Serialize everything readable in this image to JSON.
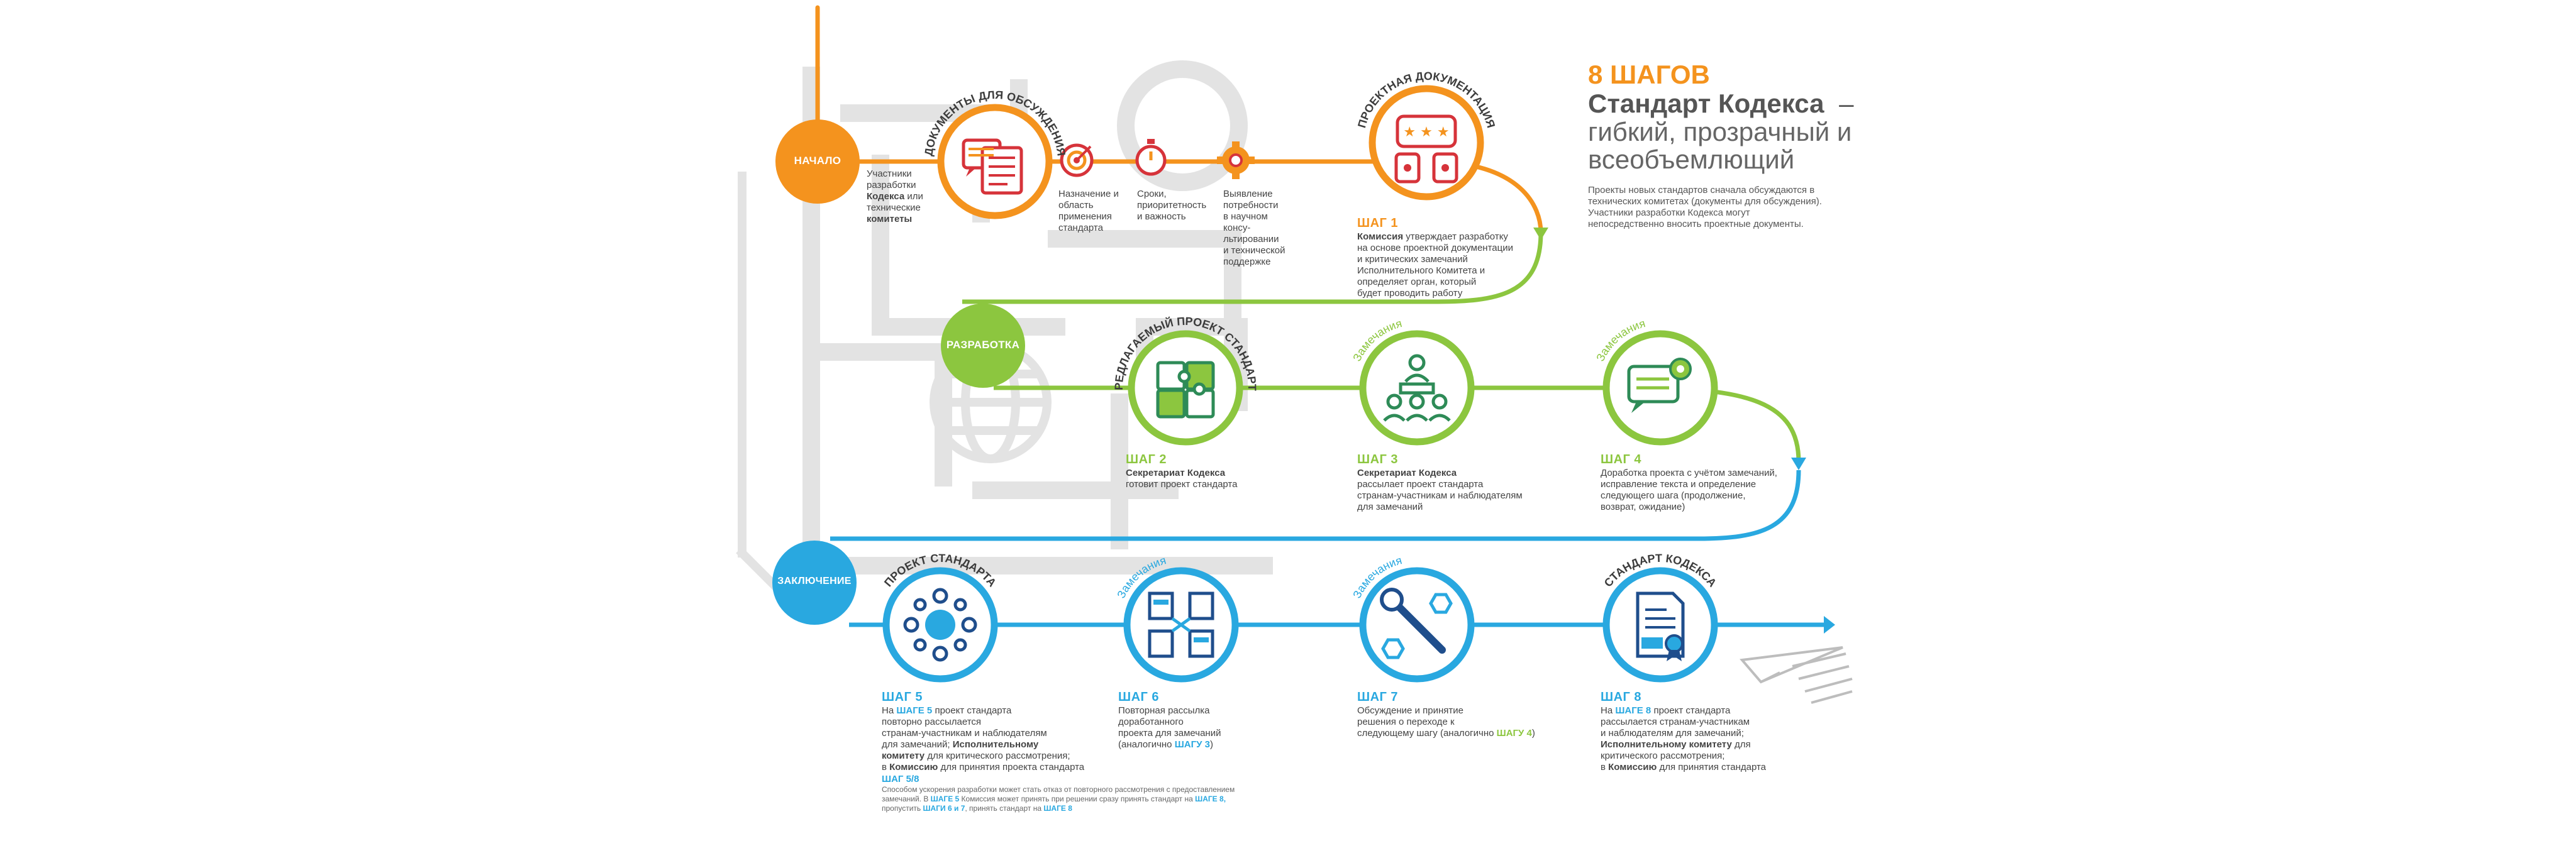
{
  "header": {
    "steps_title": "8 ШАГОВ",
    "title_main": "Стандарт Кодекса",
    "title_dash": "–",
    "title_line1": "гибкий, прозрачный и",
    "title_line2": "всеобъемлющий",
    "desc_line1": "Проекты новых стандартов сначала обсуждаются в",
    "desc_line2": "технических комитетах (документы для обсуждения).",
    "desc_line3": "Участники разработки Кодекса могут",
    "desc_line4": "непосредственно вносить проектные документы."
  },
  "stages": {
    "start": "НАЧАЛО",
    "development": "РАЗРАБОТКА",
    "conclusion": "ЗАКЛЮЧЕНИЕ"
  },
  "arc_labels": {
    "discussion_docs": "ДОКУМЕНТЫ ДЛЯ ОБСУЖДЕНИЯ",
    "project_docs": "ПРОЕКТНАЯ ДОКУМЕНТАЦИЯ",
    "proposed_project": "ПРЕДЛАГАЕМЫЙ ПРОЕКТ СТАНДАРТА",
    "remarks": "Замечания",
    "draft_standard": "ПРОЕКТ СТАНДАРТА",
    "codex_standard": "СТАНДАРТ КОДЕКСА"
  },
  "start_text": {
    "l1": "Участники",
    "l2": "разработки",
    "l3_bold": "Кодекса",
    "l3_rest": " или",
    "l4": "технические",
    "l5_bold": "комитеты"
  },
  "sub_items": {
    "purpose": [
      "Назначение и",
      "область",
      "применения",
      "стандарта"
    ],
    "timing": [
      "Сроки,",
      "приоритетность",
      "и важность"
    ],
    "needs": [
      "Выявление",
      "потребности",
      "в научном",
      "консу-",
      "льтировании",
      "и технической",
      "поддержке"
    ]
  },
  "steps": {
    "s1": {
      "num": "ШАГ 1",
      "bold": "Комиссия",
      "l1_rest": " утверждает разработку",
      "l2": "на основе проектной документации",
      "l3": "и критических замечаний",
      "l4": "Исполнительного Комитета и",
      "l5": "определяет орган, который",
      "l6": "будет проводить работу"
    },
    "s2": {
      "num": "ШАГ 2",
      "bold": "Секретариат Кодекса",
      "l2": "готовит проект стандарта"
    },
    "s3": {
      "num": "ШАГ 3",
      "bold": "Секретариат Кодекса",
      "l2": "рассылает проект стандарта",
      "l3": "странам-участникам и наблюдателям",
      "l4": "для замечаний"
    },
    "s4": {
      "num": "ШАГ 4",
      "l1": "Доработка проекта с учётом замечаний,",
      "l2": "исправление текста и определение",
      "l3": "следующего шага (продолжение,",
      "l4": "возврат, ожидание)"
    },
    "s5": {
      "num": "ШАГ 5",
      "l1_pre": "На ",
      "l1_hl": "ШАГЕ 5",
      "l1_post": " проект стандарта",
      "l2": "повторно рассылается",
      "l3": "странам-участникам и наблюдателям",
      "l4": "для замечаний; ",
      "l4_bold": "Исполнительному",
      "l5_bold": "комитету",
      "l5_rest": " для критического рассмотрения;",
      "l6_pre": "в ",
      "l6_bold": "Комиссию",
      "l6_rest": " для принятия проекта стандарта"
    },
    "s6": {
      "num": "ШАГ 6",
      "l1": "Повторная рассылка",
      "l2": "доработанного",
      "l3": "проекта для замечаний",
      "l4_pre": "(аналогично ",
      "l4_hl": "ШАГУ 3",
      "l4_post": ")"
    },
    "s7": {
      "num": "ШАГ 7",
      "l1": "Обсуждение и принятие",
      "l2": "решения о переходе к",
      "l3_pre": "следующему шагу (аналогично ",
      "l3_hl": "ШАГУ 4",
      "l3_post": ")"
    },
    "s8": {
      "num": "ШАГ 8",
      "l1_pre": "На ",
      "l1_hl": "ШАГЕ 8",
      "l1_post": " проект стандарта",
      "l2": "рассылается странам-участникам",
      "l3": "и наблюдателям для замечаний;",
      "l4_bold": "Исполнительному комитету",
      "l4_rest": " для",
      "l5": "критического рассмотрения;",
      "l6_pre": "в ",
      "l6_bold": "Комиссию",
      "l6_rest": " для принятия стандарта"
    },
    "s56": {
      "num": "ШАГ 5/8",
      "l1": "Способом ускорения разработки может стать отказ от повторного рассмотрения с предоставлением",
      "l2_pre": "замечаний. В ",
      "l2_hl1": "ШАГЕ 5",
      "l2_mid": " Комиссия может принять при решении сразу принять стандарт на ",
      "l2_hl2": "ШАГЕ 8,",
      "l3_pre": "пропустить ",
      "l3_hl1": "ШАГИ 6 и 7",
      "l3_mid": ", принять стандарт на ",
      "l3_hl2": "ШАГЕ 8"
    }
  },
  "colors": {
    "orange": "#f4931e",
    "green": "#8cc63f",
    "blue": "#29a8e0",
    "icon_red": "#d6333a",
    "icon_navy": "#1f4e8c",
    "icon_green": "#2e8b57",
    "watermark": "#e3e3e3"
  },
  "icons": {
    "discussion_docs": "chat-document-icon",
    "project_docs": "rating-chat-icon",
    "proposed_project": "puzzle-icon",
    "step3": "meeting-icon",
    "step4": "comment-gear-icon",
    "draft_standard": "team-circle-icon",
    "step6": "document-exchange-icon",
    "step7": "wrench-nuts-icon",
    "codex_standard": "certificate-icon",
    "target": "target-icon",
    "stopwatch": "stopwatch-icon",
    "gear": "gear-icon",
    "paper_plane": "paper-plane-icon",
    "globe": "globe-icon"
  }
}
